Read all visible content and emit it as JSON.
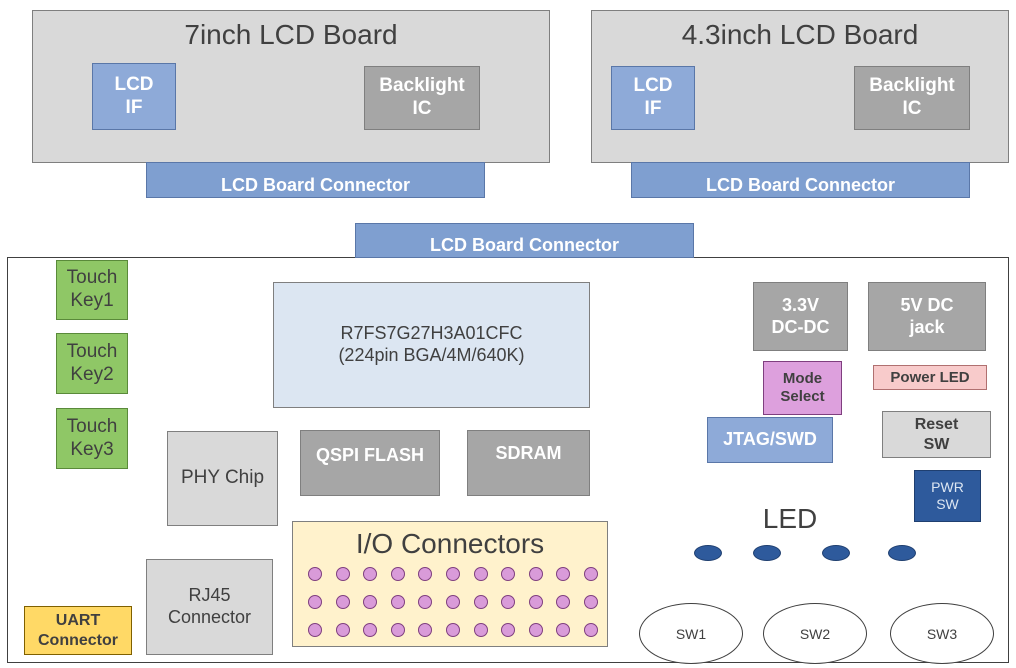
{
  "boards": {
    "lcd7": {
      "title": "7inch LCD Board",
      "lcd_if": "LCD\nIF",
      "backlight": "Backlight\nIC",
      "connector": "LCD Board Connector"
    },
    "lcd43": {
      "title": "4.3inch LCD Board",
      "lcd_if": "LCD\nIF",
      "backlight": "Backlight\nIC",
      "connector": "LCD Board Connector"
    }
  },
  "main": {
    "lcd_connector": "LCD Board Connector",
    "touch_keys": [
      "Touch\nKey1",
      "Touch\nKey2",
      "Touch\nKey3"
    ],
    "mcu": "R7FS7G27H3A01CFC\n(224pin BGA/4M/640K)",
    "phy": "PHY Chip",
    "qspi": "QSPI FLASH",
    "sdram": "SDRAM",
    "rj45": "RJ45\nConnector",
    "io_title": "I/O Connectors",
    "uart": "UART\nConnector",
    "dcdc": "3.3V\nDC-DC",
    "dc_jack": "5V DC\njack",
    "mode_select": "Mode\nSelect",
    "power_led": "Power LED",
    "jtag": "JTAG/SWD",
    "reset": "Reset\nSW",
    "pwr_sw": "PWR\nSW",
    "led_label": "LED",
    "switches": [
      "SW1",
      "SW2",
      "SW3"
    ]
  },
  "colors": {
    "blue_block": "#8eaad8",
    "gray_block": "#a6a6a6",
    "light_gray_block": "#d9d9d9",
    "touch_key": "#8fc766",
    "mcu": "#dce6f2",
    "io_area": "#fff2cc",
    "io_pin": "#d99bd9",
    "uart": "#ffd966",
    "mode_select": "#dda0dd",
    "power_led": "#f8cbcb",
    "pwr_sw": "#2e5a9c",
    "led": "#2e5a9c"
  }
}
